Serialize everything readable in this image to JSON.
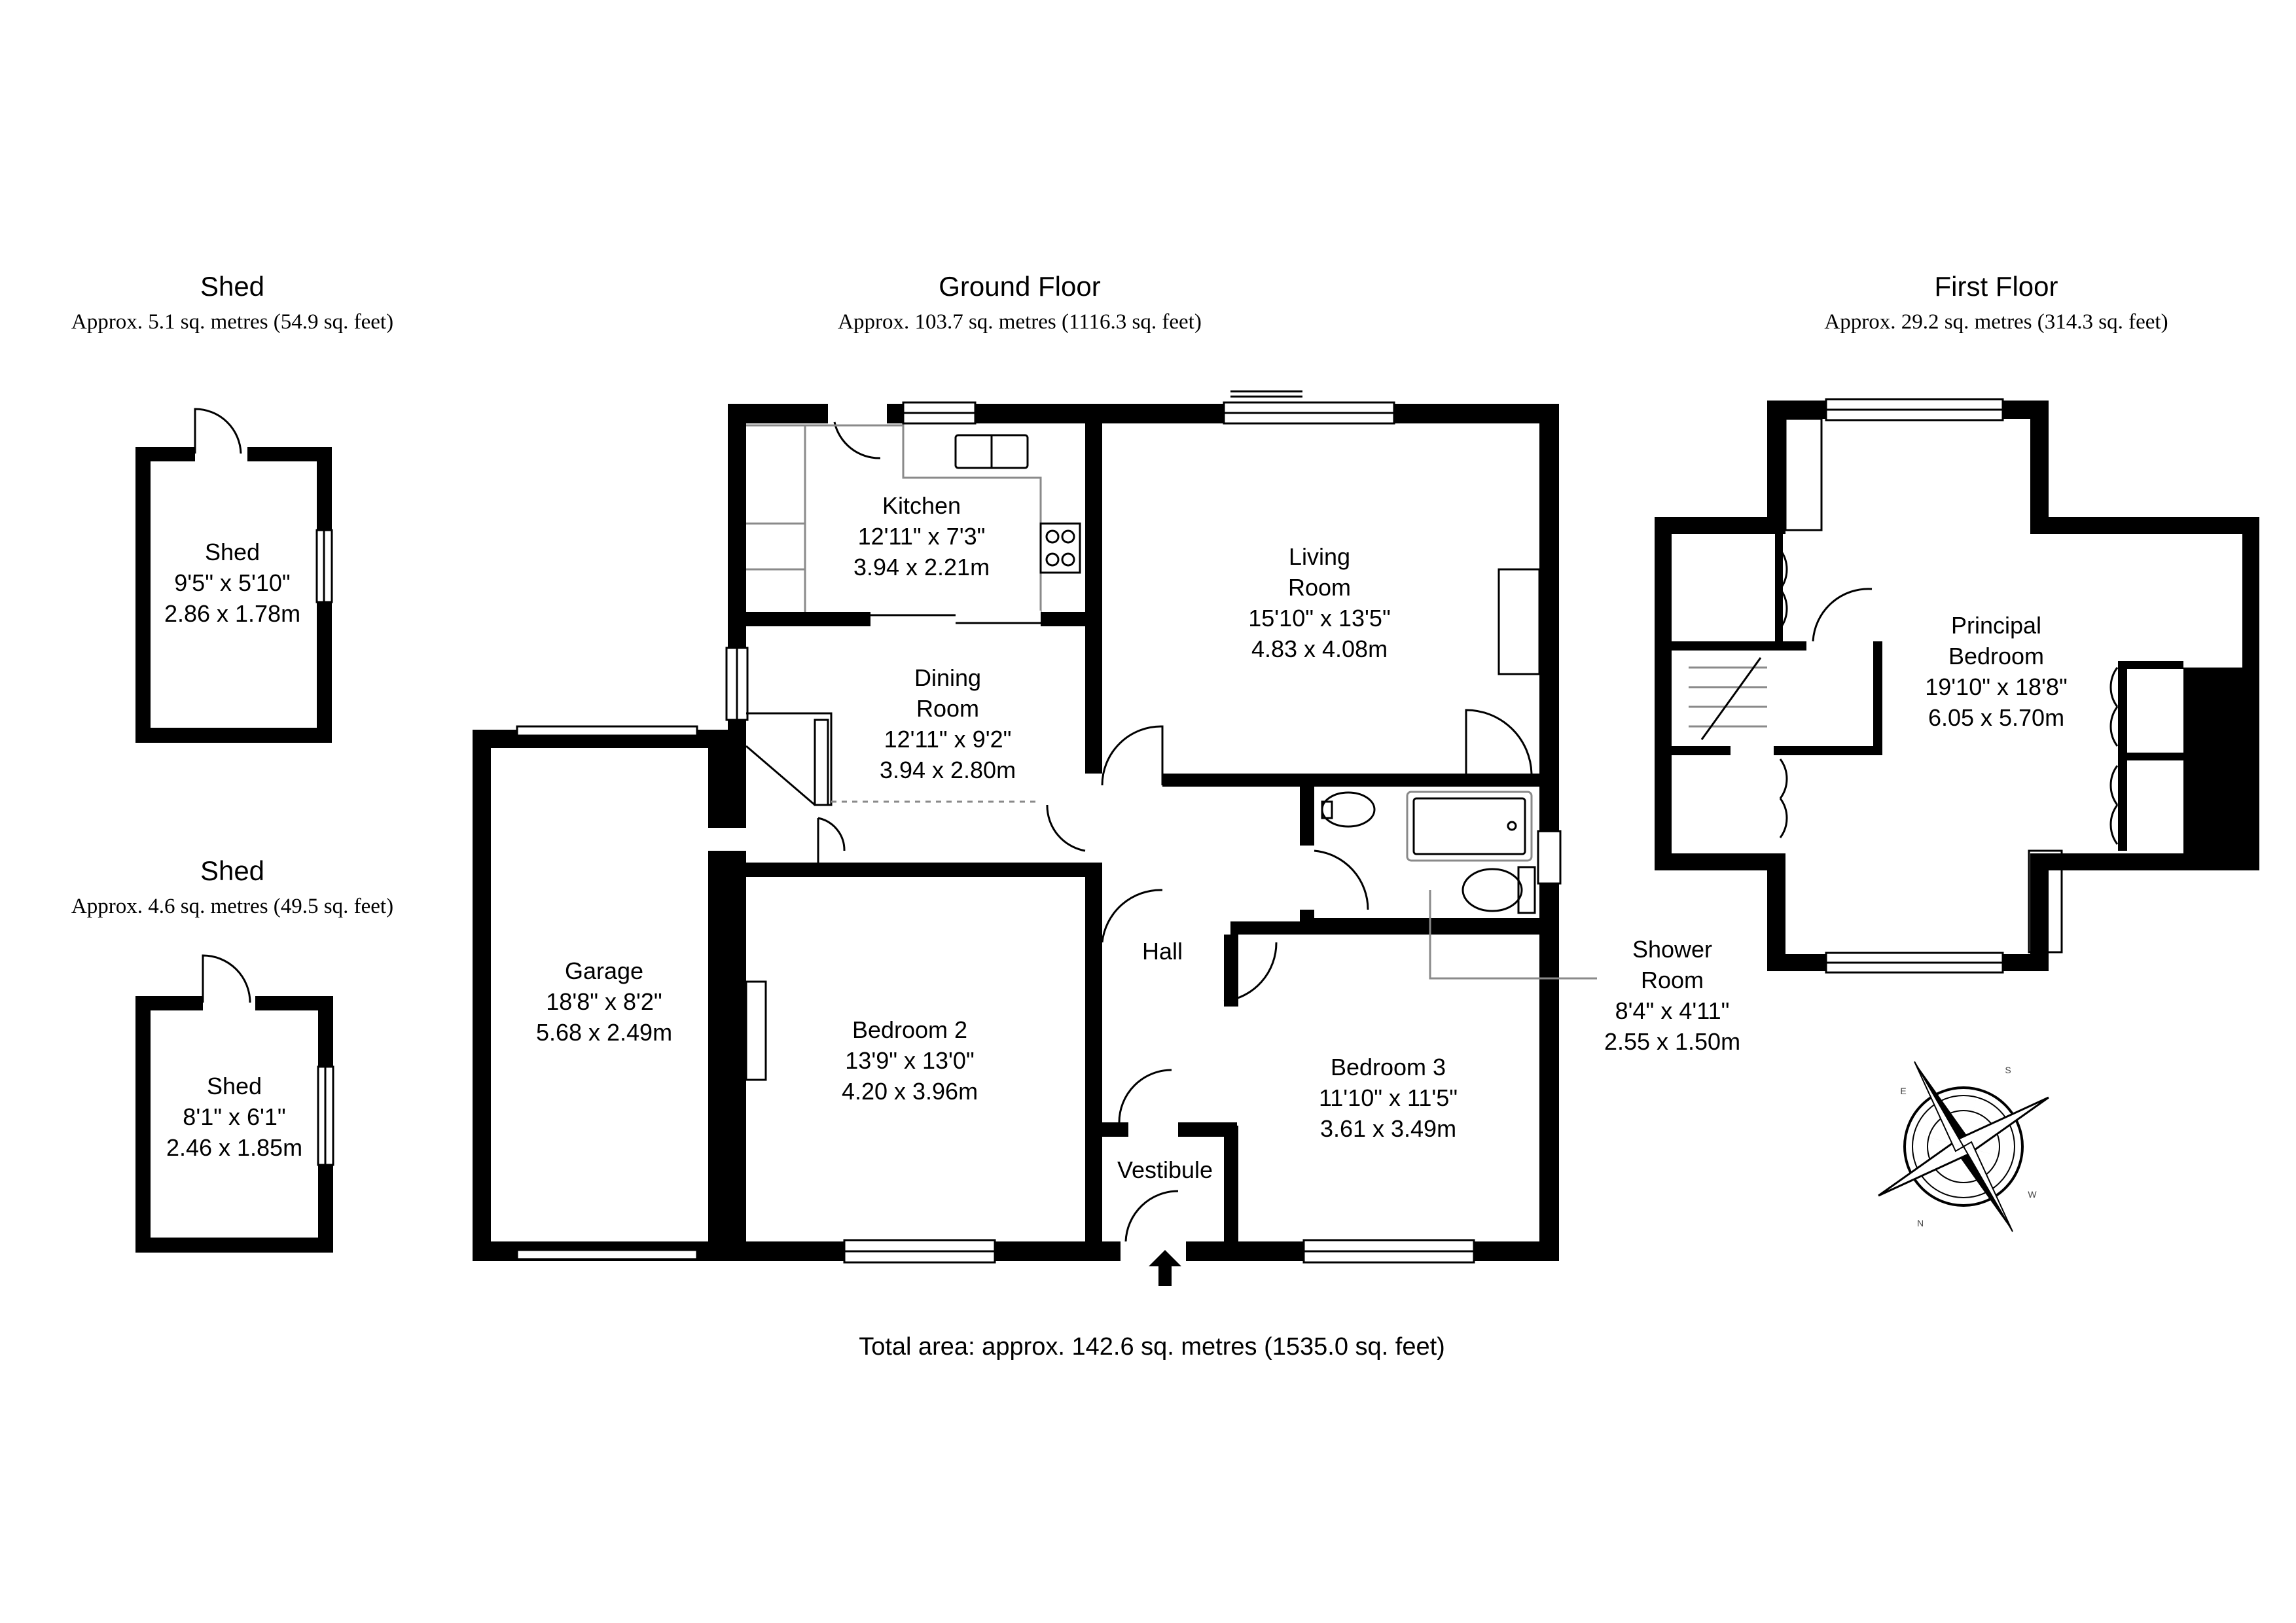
{
  "floors": {
    "shed1": {
      "title": "Shed",
      "area": "Approx. 5.1 sq. metres (54.9 sq. feet)"
    },
    "ground": {
      "title": "Ground Floor",
      "area": "Approx. 103.7 sq. metres (1116.3 sq. feet)"
    },
    "first": {
      "title": "First Floor",
      "area": "Approx. 29.2 sq. metres (314.3 sq. feet)"
    },
    "shed2": {
      "title": "Shed",
      "area": "Approx. 4.6 sq. metres (49.5 sq. feet)"
    }
  },
  "rooms": {
    "shed1": {
      "name": "Shed",
      "imperial": "9'5\" x 5'10\"",
      "metric": "2.86 x 1.78m"
    },
    "shed2": {
      "name": "Shed",
      "imperial": "8'1\" x 6'1\"",
      "metric": "2.46 x 1.85m"
    },
    "kitchen": {
      "name": "Kitchen",
      "imperial": "12'11\" x 7'3\"",
      "metric": "3.94 x 2.21m"
    },
    "living": {
      "name1": "Living",
      "name2": "Room",
      "imperial": "15'10\" x 13'5\"",
      "metric": "4.83 x 4.08m"
    },
    "dining": {
      "name1": "Dining",
      "name2": "Room",
      "imperial": "12'11\" x 9'2\"",
      "metric": "3.94 x 2.80m"
    },
    "garage": {
      "name": "Garage",
      "imperial": "18'8\" x 8'2\"",
      "metric": "5.68 x 2.49m"
    },
    "bedroom2": {
      "name": "Bedroom 2",
      "imperial": "13'9\" x 13'0\"",
      "metric": "4.20 x 3.96m"
    },
    "hall": {
      "name": "Hall"
    },
    "vestibule": {
      "name": "Vestibule"
    },
    "bedroom3": {
      "name": "Bedroom 3",
      "imperial": "11'10\" x 11'5\"",
      "metric": "3.61 x 3.49m"
    },
    "shower": {
      "name1": "Shower",
      "name2": "Room",
      "imperial": "8'4\" x 4'11\"",
      "metric": "2.55 x 1.50m"
    },
    "principal": {
      "name1": "Principal",
      "name2": "Bedroom",
      "imperial": "19'10\" x 18'8\"",
      "metric": "6.05 x 5.70m"
    }
  },
  "total": "Total area: approx. 142.6 sq. metres (1535.0 sq. feet)",
  "compass": {
    "n": "N",
    "s": "S",
    "e": "E",
    "w": "W"
  },
  "colors": {
    "wall": "#000000",
    "fixture": "#8a8a8a",
    "background": "#ffffff"
  }
}
